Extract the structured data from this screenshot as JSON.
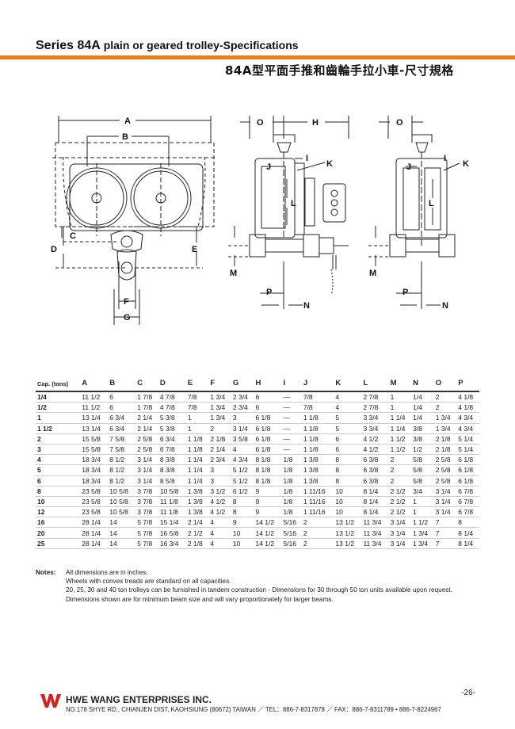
{
  "header": {
    "series": "Series 84A",
    "subtitle": "plain or geared trolley-Specifications",
    "chinese_title": "84A型平面手推和齒輪手拉小車-尺寸規格"
  },
  "dimension_labels": {
    "a": "A",
    "b": "B",
    "c": "C",
    "d": "D",
    "e": "E",
    "f": "F",
    "g": "G",
    "o1": "O",
    "h": "H",
    "i1": "I",
    "j1": "J",
    "k1": "K",
    "l1": "L",
    "m1": "M",
    "p1": "P",
    "n1": "N",
    "o2": "O",
    "i2": "I",
    "j2": "J",
    "k2": "K",
    "l2": "L",
    "m2": "M",
    "p2": "P",
    "n2": "N"
  },
  "table": {
    "columns": [
      "Cap. (tons)",
      "A",
      "B",
      "C",
      "D",
      "E",
      "F",
      "G",
      "H",
      "I",
      "J",
      "K",
      "L",
      "M",
      "N",
      "O",
      "P"
    ],
    "rows": [
      [
        "1/4",
        "11 1/2",
        "6",
        "1 7/8",
        "4 7/8",
        "7/8",
        "1 3/4",
        "2 3/4",
        "6",
        "—",
        "7/8",
        "4",
        "2 7/8",
        "1",
        "1/4",
        "2",
        "4 1/8"
      ],
      [
        "1/2",
        "11 1/2",
        "6",
        "1 7/8",
        "4 7/8",
        "7/8",
        "1 3/4",
        "2 3/4",
        "6",
        "—",
        "7/8",
        "4",
        "2 7/8",
        "1",
        "1/4",
        "2",
        "4 1/8"
      ],
      [
        "1",
        "13 1/4",
        "6 3/4",
        "2 1/4",
        "5 3/8",
        "1",
        "1 3/4",
        "3",
        "6 1/8",
        "—",
        "1 1/8",
        "5",
        "3 3/4",
        "1 1/4",
        "1/4",
        "1 3/4",
        "4 3/4"
      ],
      [
        "1 1/2",
        "13 1/4",
        "6 3/4",
        "2 1/4",
        "5 3/8",
        "1",
        "2",
        "3 1/4",
        "6 1/8",
        "—",
        "1 1/8",
        "5",
        "3 3/4",
        "1 1/4",
        "3/8",
        "1 3/4",
        "4 3/4"
      ],
      [
        "2",
        "15 5/8",
        "7 5/8",
        "2 5/8",
        "6 3/4",
        "1 1/8",
        "2 1/8",
        "3 5/8",
        "6 1/8",
        "—",
        "1 1/8",
        "6",
        "4 1/2",
        "1 1/2",
        "3/8",
        "2 1/8",
        "5 1/4"
      ],
      [
        "3",
        "15 5/8",
        "7 5/8",
        "2 5/8",
        "6 7/8",
        "1 1/8",
        "2 1/4",
        "4",
        "6 1/8",
        "—",
        "1 1/8",
        "6",
        "4 1/2",
        "1 1/2",
        "1/2",
        "2 1/8",
        "5 1/4"
      ],
      [
        "4",
        "18 3/4",
        "8 1/2",
        "3 1/4",
        "8 3/8",
        "1 1/4",
        "2 3/4",
        "4 3/4",
        "8 1/8",
        "1/8",
        "1 3/8",
        "8",
        "6 3/8",
        "2",
        "5/8",
        "2 5/8",
        "6 1/8"
      ],
      [
        "5",
        "18 3/4",
        "8 1/2",
        "3 1/4",
        "8 3/8",
        "1 1/4",
        "3",
        "5 1/2",
        "8 1/8",
        "1/8",
        "1 3/8",
        "8",
        "6 3/8",
        "2",
        "5/8",
        "2 5/8",
        "6 1/8"
      ],
      [
        "6",
        "18 3/4",
        "8 1/2",
        "3 1/4",
        "8 5/8",
        "1 1/4",
        "3",
        "5 1/2",
        "8 1/8",
        "1/8",
        "1 3/8",
        "8",
        "6 3/8",
        "2",
        "5/8",
        "2 5/8",
        "6 1/8"
      ],
      [
        "8",
        "23 5/8",
        "10 5/8",
        "3 7/8",
        "10 5/8",
        "1 3/8",
        "3 1/2",
        "6 1/2",
        "9",
        "1/8",
        "1 11/16",
        "10",
        "8 1/4",
        "2 1/2",
        "3/4",
        "3 1/4",
        "6 7/8"
      ],
      [
        "10",
        "23 5/8",
        "10 5/8",
        "3 7/8",
        "11 1/8",
        "1 3/8",
        "4 1/2",
        "8",
        "9",
        "1/8",
        "1 11/16",
        "10",
        "8 1/4",
        "2 1/2",
        "1",
        "3 1/4",
        "6 7/8"
      ],
      [
        "12",
        "23 5/8",
        "10 5/8",
        "3 7/8",
        "11 1/8",
        "1 3/8",
        "4 1/2",
        "8",
        "9",
        "1/8",
        "1 11/16",
        "10",
        "8 1/4",
        "2 1/2",
        "1",
        "3 1/4",
        "6 7/8"
      ],
      [
        "16",
        "28 1/4",
        "14",
        "5 7/8",
        "15 1/4",
        "2 1/4",
        "4",
        "9",
        "14 1/2",
        "5/16",
        "2",
        "13 1/2",
        "11 3/4",
        "3 1/4",
        "1 1/2",
        "7",
        "8"
      ],
      [
        "20",
        "28 1/4",
        "14",
        "5 7/8",
        "16 5/8",
        "2 1/2",
        "4",
        "10",
        "14 1/2",
        "5/16",
        "2",
        "13 1/2",
        "11 3/4",
        "3 1/4",
        "1 3/4",
        "7",
        "8 1/4"
      ],
      [
        "25",
        "28 1/4",
        "14",
        "5 7/8",
        "16 3/4",
        "2 1/8",
        "4",
        "10",
        "14 1/2",
        "5/16",
        "2",
        "13 1/2",
        "11 3/4",
        "3 1/4",
        "1 3/4",
        "7",
        "8 1/4"
      ]
    ]
  },
  "notes": {
    "label": "Notes:",
    "lines": [
      "All dimensions are in inches.",
      "Wheels with convex treads are standard on all capacities.",
      "20, 25, 30 and 40 ton trolleys can be furnished in tandem construction - Dimensions for 30 through 50 ton units available upon request.",
      "Dimensions shown are for minimum beam size and will vary proportionately for larger beams."
    ]
  },
  "footer": {
    "page": "-26-",
    "company": "HWE WANG ENTERPRISES INC.",
    "address": "NO.178 SHYE RD., CHIANJEN DIST, KAOHSIUNG (80672) TAIWAN ／ TEL：886-7-8317878 ／ FAX：886-7-8311789 • 886-7-8224967",
    "brand_color": "#d32020",
    "accent_color": "#f07d1a"
  }
}
